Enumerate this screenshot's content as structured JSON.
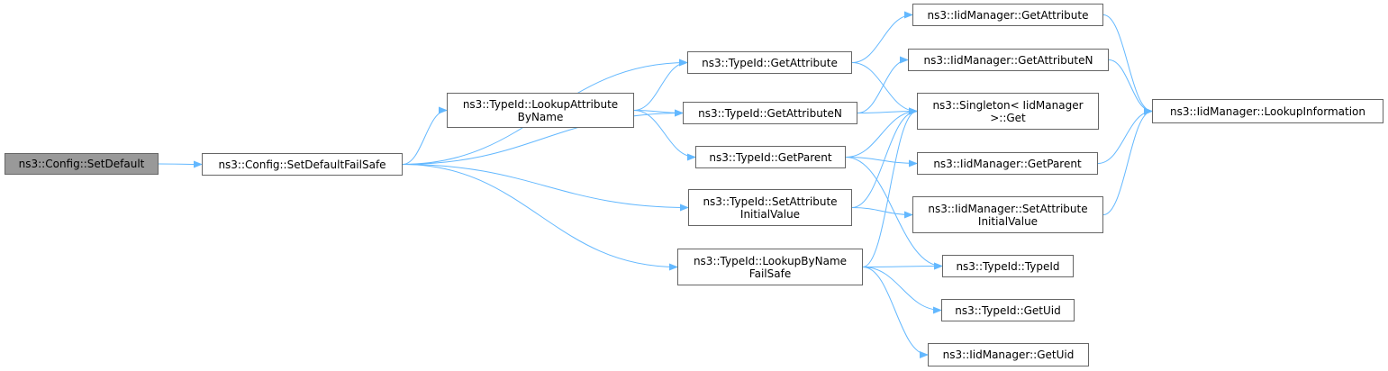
{
  "colors": {
    "edge": "#63b8ff",
    "root_fill": "#999999",
    "node_border": "#666666"
  },
  "nodes": {
    "set_default": {
      "lines": [
        "ns3::Config::SetDefault"
      ]
    },
    "set_default_failsafe": {
      "lines": [
        "ns3::Config::SetDefaultFailSafe"
      ]
    },
    "lookup_attribute_by_name": {
      "lines": [
        "ns3::TypeId::LookupAttribute",
        "ByName"
      ]
    },
    "typeid_get_attribute": {
      "lines": [
        "ns3::TypeId::GetAttribute"
      ]
    },
    "typeid_get_attribute_n": {
      "lines": [
        "ns3::TypeId::GetAttributeN"
      ]
    },
    "typeid_get_parent": {
      "lines": [
        "ns3::TypeId::GetParent"
      ]
    },
    "typeid_set_attribute_initial_value": {
      "lines": [
        "ns3::TypeId::SetAttribute",
        "InitialValue"
      ]
    },
    "typeid_lookup_by_name_failsafe": {
      "lines": [
        "ns3::TypeId::LookupByName",
        "FailSafe"
      ]
    },
    "iid_get_attribute": {
      "lines": [
        "ns3::IidManager::GetAttribute"
      ]
    },
    "iid_get_attribute_n": {
      "lines": [
        "ns3::IidManager::GetAttributeN"
      ]
    },
    "singleton_get": {
      "lines": [
        "ns3::Singleton< IidManager",
        ">::Get"
      ]
    },
    "iid_get_parent": {
      "lines": [
        "ns3::IidManager::GetParent"
      ]
    },
    "iid_set_attribute_initial_value": {
      "lines": [
        "ns3::IidManager::SetAttribute",
        "InitialValue"
      ]
    },
    "typeid_typeid": {
      "lines": [
        "ns3::TypeId::TypeId"
      ]
    },
    "typeid_get_uid": {
      "lines": [
        "ns3::TypeId::GetUid"
      ]
    },
    "iid_get_uid": {
      "lines": [
        "ns3::IidManager::GetUid"
      ]
    },
    "iid_lookup_information": {
      "lines": [
        "ns3::IidManager::LookupInformation"
      ]
    }
  },
  "edges": [
    [
      "set_default",
      "set_default_failsafe"
    ],
    [
      "set_default_failsafe",
      "typeid_get_attribute"
    ],
    [
      "set_default_failsafe",
      "lookup_attribute_by_name"
    ],
    [
      "set_default_failsafe",
      "typeid_get_attribute_n"
    ],
    [
      "set_default_failsafe",
      "typeid_set_attribute_initial_value"
    ],
    [
      "set_default_failsafe",
      "typeid_lookup_by_name_failsafe"
    ],
    [
      "lookup_attribute_by_name",
      "typeid_get_attribute"
    ],
    [
      "lookup_attribute_by_name",
      "typeid_get_attribute_n"
    ],
    [
      "lookup_attribute_by_name",
      "typeid_get_parent"
    ],
    [
      "typeid_get_attribute",
      "iid_get_attribute"
    ],
    [
      "typeid_get_attribute",
      "singleton_get"
    ],
    [
      "typeid_get_attribute_n",
      "iid_get_attribute_n"
    ],
    [
      "typeid_get_attribute_n",
      "singleton_get"
    ],
    [
      "typeid_get_parent",
      "singleton_get"
    ],
    [
      "typeid_get_parent",
      "iid_get_parent"
    ],
    [
      "typeid_get_parent",
      "typeid_typeid"
    ],
    [
      "typeid_set_attribute_initial_value",
      "singleton_get"
    ],
    [
      "typeid_set_attribute_initial_value",
      "iid_set_attribute_initial_value"
    ],
    [
      "typeid_lookup_by_name_failsafe",
      "singleton_get"
    ],
    [
      "typeid_lookup_by_name_failsafe",
      "typeid_typeid"
    ],
    [
      "typeid_lookup_by_name_failsafe",
      "typeid_get_uid"
    ],
    [
      "typeid_lookup_by_name_failsafe",
      "iid_get_uid"
    ],
    [
      "iid_get_attribute",
      "iid_lookup_information"
    ],
    [
      "iid_get_attribute_n",
      "iid_lookup_information"
    ],
    [
      "iid_get_parent",
      "iid_lookup_information"
    ],
    [
      "iid_set_attribute_initial_value",
      "iid_lookup_information"
    ]
  ]
}
